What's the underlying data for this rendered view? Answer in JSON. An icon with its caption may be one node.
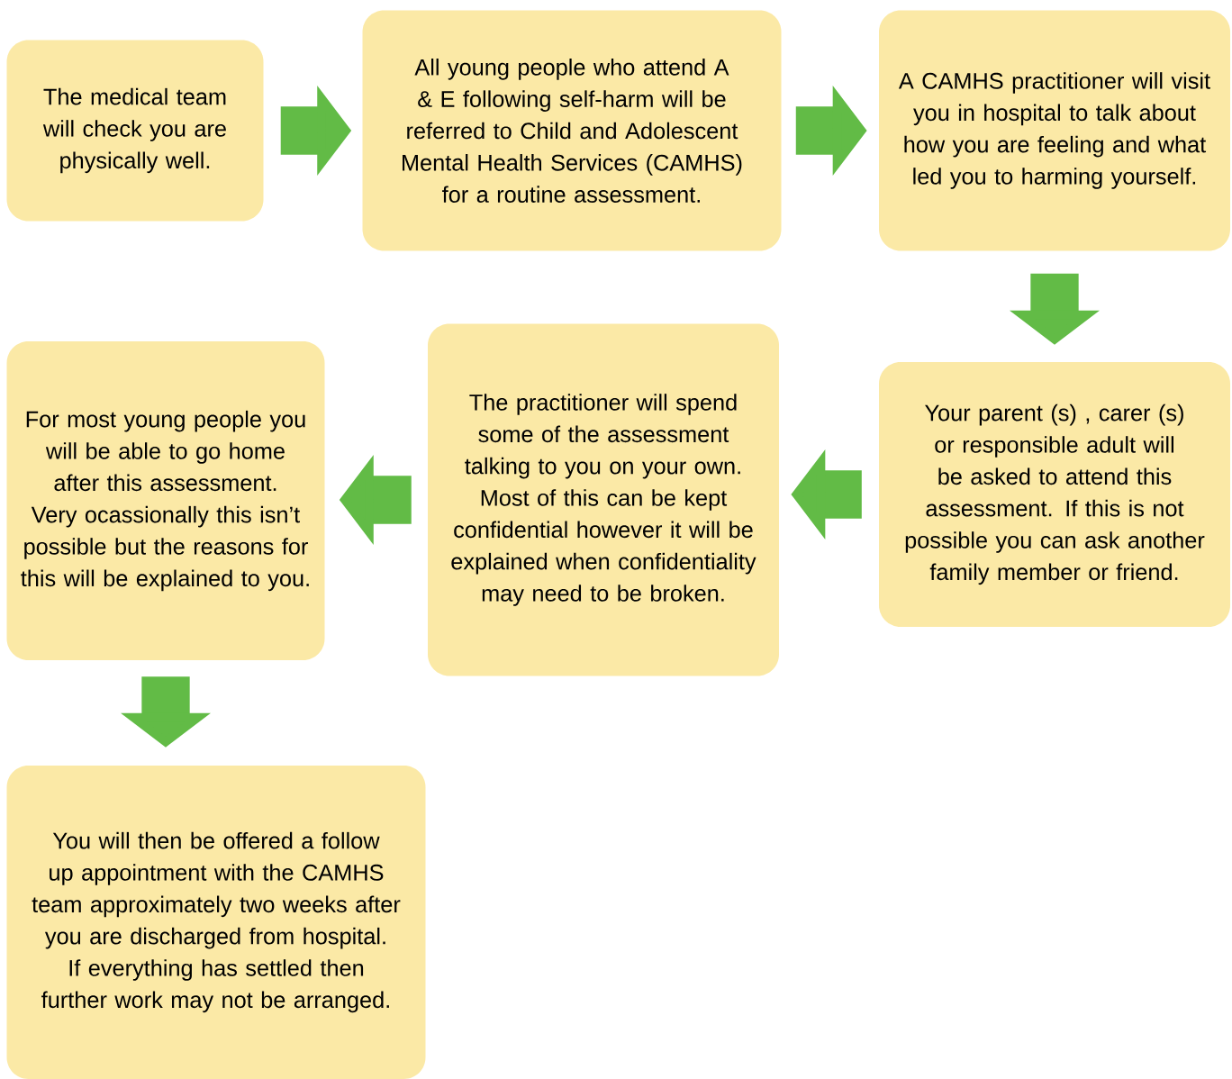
{
  "diagram": {
    "nodes": [
      {
        "text": [
          "The medical team will check you are physically well."
        ]
      },
      {
        "text": [
          "All young people who attend A & E following self-harm will be referred to Child and Adolescent Mental Health Services (CAMHS) for a routine assessment."
        ]
      },
      {
        "text": [
          "A CAMHS practitioner will visit you in hospital to talk about how you are feeling and what led you to harming yourself."
        ]
      },
      {
        "text": [
          "Your parent (s) , carer (s)  or responsible adult will be asked to attend this assessment. If this is not possible you can ask another family member or friend."
        ]
      },
      {
        "text": [
          "The practitioner will spend some of the assessment talking to you on your own. Most of this can be kept confidential however it will be explained when confidentiality may need to be broken."
        ]
      },
      {
        "text": [
          "For most young people you will be able to go home after this assessment. Very ocassionally this isn’t possible but the reasons for this will be explained to you."
        ]
      },
      {
        "text": [
          "You will  then be offered a follow up appointment with the CAMHS team approximately two weeks after you are discharged from hospital. If everything has settled then further work may not be arranged."
        ]
      }
    ],
    "edges": [
      {
        "from": 0,
        "to": 1,
        "arrow": "to"
      },
      {
        "from": 1,
        "to": 2,
        "arrow": "to"
      },
      {
        "from": 2,
        "to": 3,
        "arrow": "to"
      },
      {
        "from": 3,
        "to": 4,
        "arrow": "to"
      },
      {
        "from": 4,
        "to": 5,
        "arrow": "to"
      },
      {
        "from": 5,
        "to": 6,
        "arrow": "to"
      }
    ]
  }
}
